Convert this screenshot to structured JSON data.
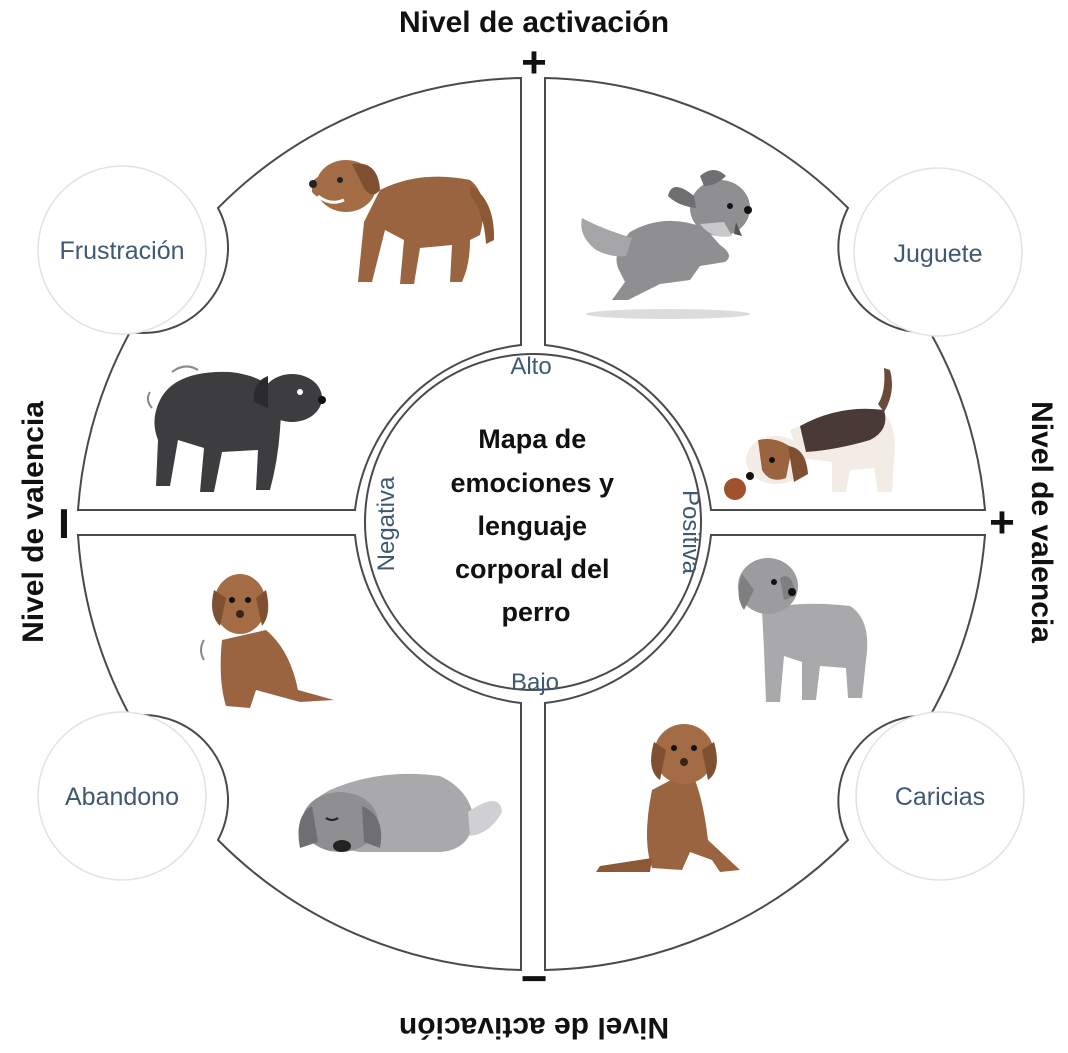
{
  "axes": {
    "activation": {
      "title": "Nivel de activación",
      "plus": "+",
      "minus": "−"
    },
    "valence": {
      "title": "Nivel de valencia",
      "plus": "+",
      "minus": "I"
    }
  },
  "center": {
    "title_lines": [
      "Mapa de",
      "emociones y",
      "lenguaje",
      "corporal del",
      "perro"
    ],
    "high": "Alto",
    "low": "Bajo",
    "negative": "Negativa",
    "positive": "Positiva"
  },
  "emotions": {
    "top_left": "Frustración",
    "top_right": "Juguete",
    "bottom_left": "Abandono",
    "bottom_right": "Caricias"
  },
  "colors": {
    "label_text": "#3f5873",
    "outline": "#4a4a4a",
    "brown_dog": "#9a6440",
    "black_dog": "#3d3d3f",
    "grey_dog": "#8f8f92",
    "light_grey_dog": "#a9a9ab"
  },
  "icons": [
    "angry-dog-icon",
    "nervous-dog-icon",
    "running-dog-icon",
    "playing-dog-icon",
    "shaking-puppy-icon",
    "lying-dog-icon",
    "standing-dog-icon",
    "sitting-dog-icon"
  ]
}
